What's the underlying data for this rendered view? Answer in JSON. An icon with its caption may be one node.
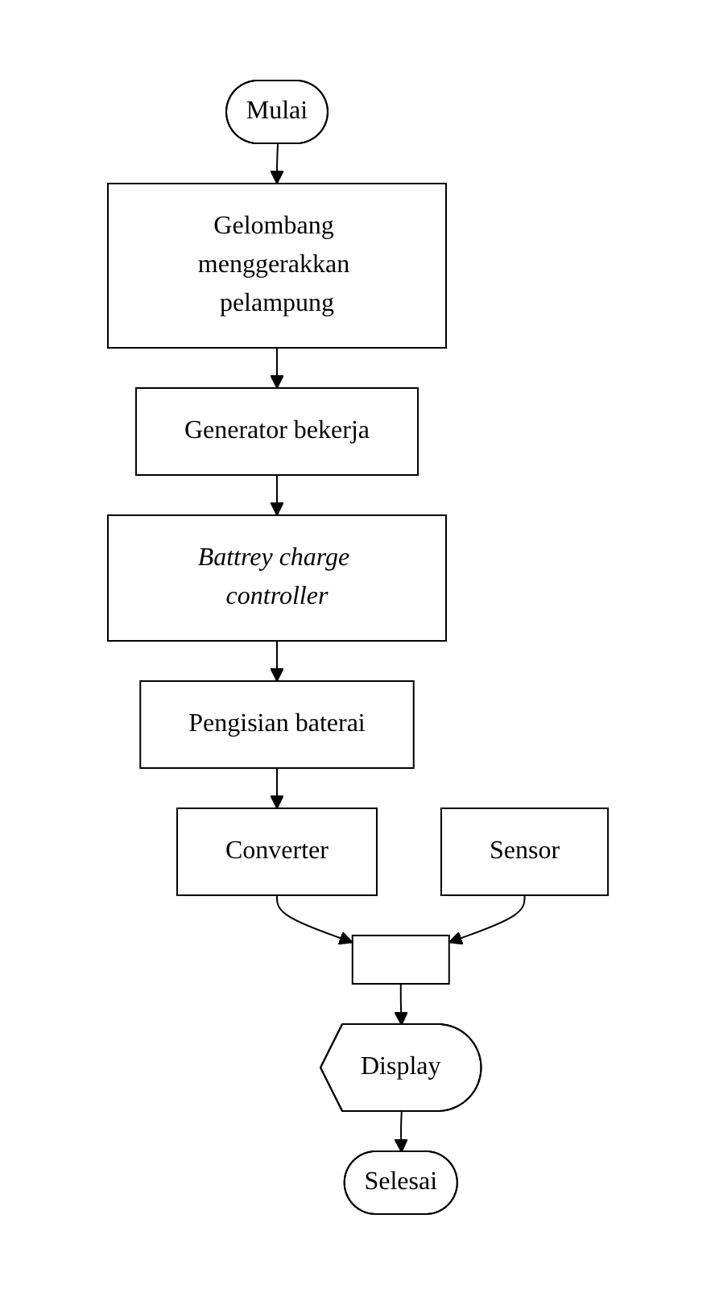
{
  "diagram": {
    "nodes": [
      {
        "text": [
          "Mulai"
        ]
      },
      {
        "text": [
          "Gelombang menggerakkan pelampung"
        ]
      },
      {
        "text": [
          "Generator bekerja"
        ]
      },
      {
        "text": [
          "Battrey charge controller"
        ]
      },
      {
        "text": [
          "Pengisian baterai"
        ]
      },
      {
        "text": [
          "Converter"
        ]
      },
      {
        "text": [
          "Sensor"
        ]
      },
      {
        "text": [],
        "shape": "box"
      },
      {
        "text": [
          "Display"
        ]
      },
      {
        "text": [
          "Selesai"
        ]
      }
    ],
    "edges": [
      {
        "from": 0,
        "to": 1,
        "arrow": "to"
      },
      {
        "from": 1,
        "to": 2,
        "arrow": "to"
      },
      {
        "from": 2,
        "to": 3,
        "arrow": "to"
      },
      {
        "from": 3,
        "to": 4,
        "arrow": "to"
      },
      {
        "from": 4,
        "to": 5,
        "arrow": "to"
      },
      {
        "from": 5,
        "to": 7,
        "arrow": "to"
      },
      {
        "from": 6,
        "to": 7,
        "arrow": "to"
      },
      {
        "from": 7,
        "to": 8,
        "arrow": "to"
      },
      {
        "from": 8,
        "to": 9,
        "arrow": "to"
      }
    ]
  }
}
